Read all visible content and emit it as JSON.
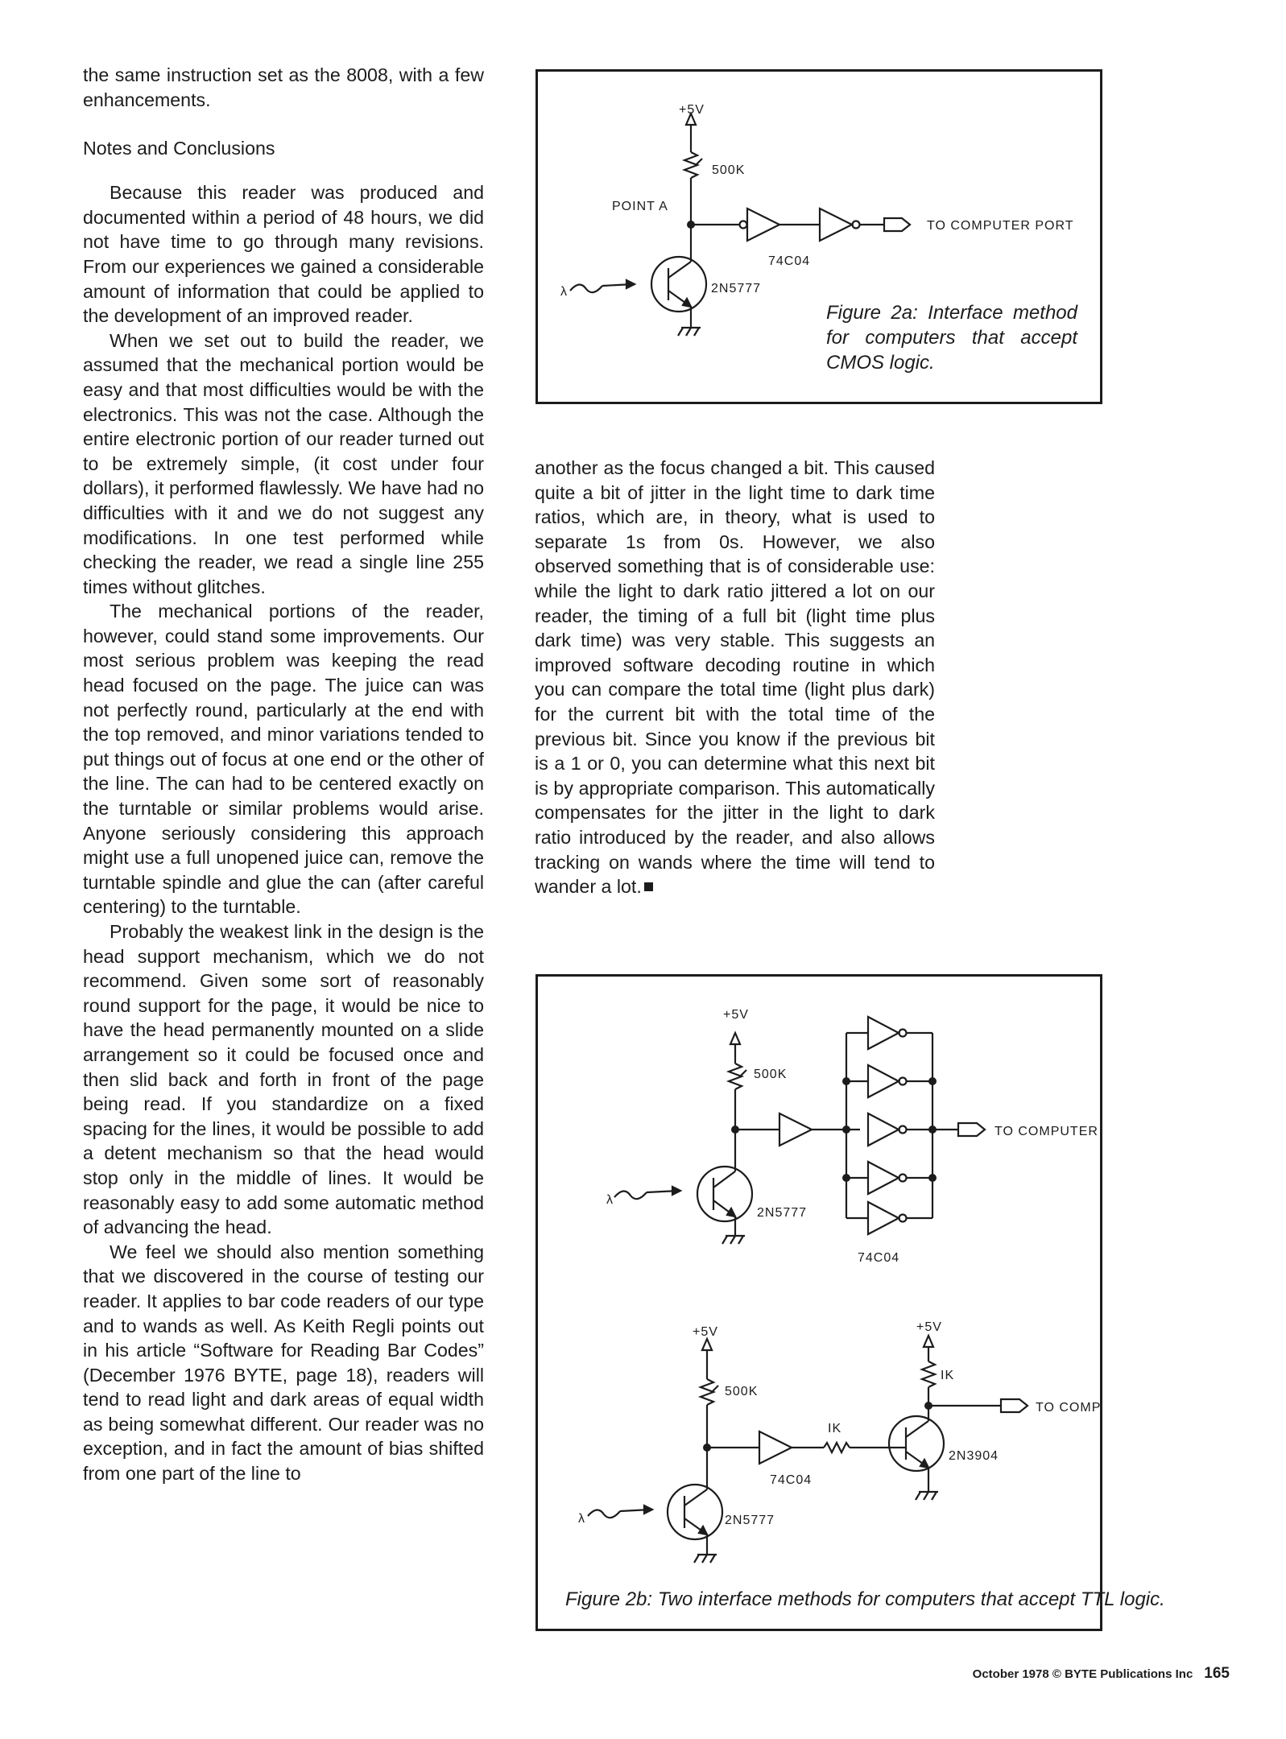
{
  "left_column": {
    "p0": "the same instruction set as the 8008, with a few enhancements.",
    "heading": "Notes and Conclusions",
    "p1": "Because this reader was produced and documented within a period of 48 hours, we did not have time to go through many revisions. From our experiences we gained a considerable amount of information that could be applied to the development of an improved reader.",
    "p2": "When we set out to build the reader, we assumed that the mechanical portion would be easy and that most difficulties would be with the electronics. This was not the case. Although the entire electronic portion of our reader turned out to be extremely simple, (it cost under four dollars), it performed flawlessly. We have had no difficulties with it and we do not suggest any modifications. In one test performed while checking the reader, we read a single line 255 times without glitches.",
    "p3": "The mechanical portions of the reader, however, could stand some improvements. Our most serious problem was keeping the read head focused on the page. The juice can was not perfectly round, particularly at the end with the top removed, and minor variations tended to put things out of focus at one end or the other of the line. The can had to be centered exactly on the turntable or similar problems would arise. Anyone seriously considering this approach might use a full unopened juice can, remove the turntable spindle and glue the can (after careful centering) to the turntable.",
    "p4": "Probably the weakest link in the design is the head support mechanism, which we do not recommend. Given some sort of reasonably round support for the page, it would be nice to have the head permanently mounted on a slide arrangement so it could be focused once and then slid back and forth in front of the page being read. If you standardize on a fixed spacing for the lines, it would be possible to add a detent mechanism so that the head would stop only in the middle of lines. It would be reasonably easy to add some automatic method of advancing the head.",
    "p5": "We feel we should also mention something that we discovered in the course of testing our reader. It applies to bar code readers of our type and to wands as well. As Keith Regli points out in his article “Software for Reading Bar Codes” (December 1976 BYTE, page 18), readers will tend to read light and dark areas of equal width as being somewhat different. Our reader was no exception, and in fact the amount of bias shifted from one part of the line to"
  },
  "right_column": {
    "p1": "another as the focus changed a bit. This caused quite a bit of jitter in the light time to dark time ratios, which are, in theory, what is used to separate 1s from 0s. However, we also observed something that is of considerable use: while the light to dark ratio jittered a lot on our reader, the timing of a full bit (light time plus dark time) was very stable. This suggests an improved software decoding routine in which you can compare the total time (light plus dark) for the current bit with the total time of the previous bit. Since you know if the previous bit is a 1 or 0, you can determine what this next bit is by appropriate comparison. This automatically compensates for the jitter in the light to dark ratio introduced by the reader, and also allows tracking on wands where the time will tend to wander a lot."
  },
  "figure_2a": {
    "caption": "Figure 2a: Interface method for computers that accept CMOS logic.",
    "supply": "+5V",
    "resistor": "500K",
    "point": "POINT A",
    "ic": "74C04",
    "transistor": "2N5777",
    "light": "λ",
    "output": "TO COMPUTER PORT"
  },
  "figure_2b": {
    "caption": "Figure 2b: Two interface methods for computers that accept TTL logic.",
    "top": {
      "supply": "+5V",
      "resistor": "500K",
      "transistor": "2N5777",
      "ic": "74C04",
      "light": "λ",
      "output": "TO COMPUTER PORT"
    },
    "bottom": {
      "supply1": "+5V",
      "resistor1": "500K",
      "transistor1": "2N5777",
      "ic": "74C04",
      "light": "λ",
      "resistor2": "IK",
      "supply2": "+5V",
      "resistor3": "IK",
      "transistor2": "2N3904",
      "output": "TO COMPUTER PORT"
    }
  },
  "footer": {
    "text": "October 1978 © BYTE Publications Inc",
    "page": "165"
  }
}
